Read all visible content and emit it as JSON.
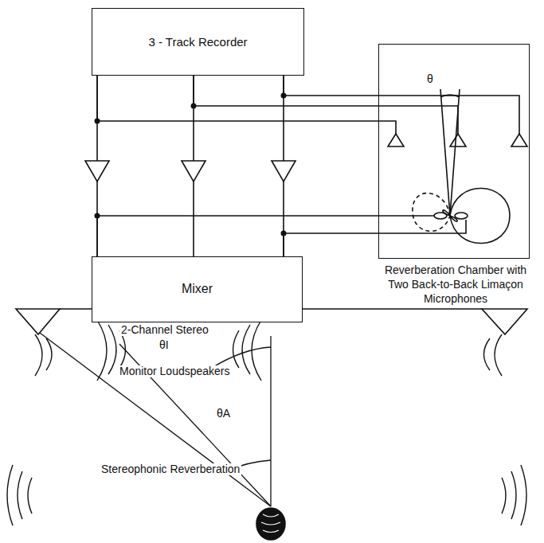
{
  "diagram": {
    "nodes": [
      {
        "text": [
          "3 - Track Recorder"
        ]
      },
      {
        "text": [
          "Mixer"
        ]
      },
      {
        "text": [
          "Reverberation Chamber with Two Back-to-Back Limaçon Microphones"
        ]
      }
    ],
    "edges": [
      {
        "from": 0,
        "to": 1,
        "arrow": "none"
      },
      {
        "from": 0,
        "to": 1,
        "arrow": "none"
      },
      {
        "from": 0,
        "to": 1,
        "arrow": "none"
      },
      {
        "from": 0,
        "to": 2,
        "arrow": "none"
      },
      {
        "from": 0,
        "to": 2,
        "arrow": "none"
      },
      {
        "from": 0,
        "to": 2,
        "arrow": "none"
      },
      {
        "from": 2,
        "to": 1,
        "arrow": "none"
      },
      {
        "from": 2,
        "to": 1,
        "arrow": "none"
      }
    ],
    "labels": [
      "θ",
      "2-Channel Stereo",
      "θI",
      "Monitor Loudspeakers",
      "θA",
      "Stereophonic Reverberation"
    ]
  }
}
